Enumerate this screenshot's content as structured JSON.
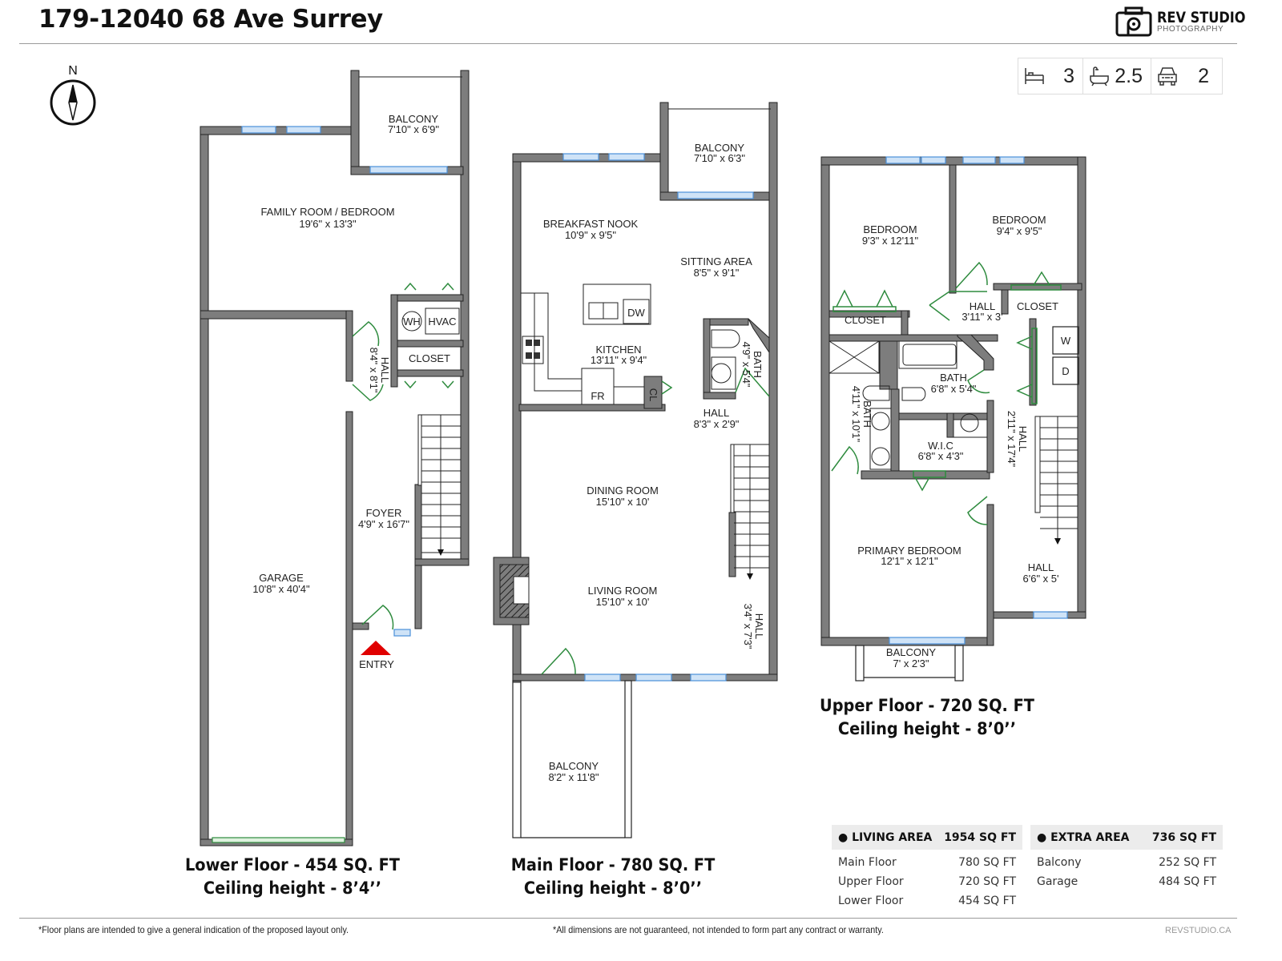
{
  "header": {
    "title": "179-12040 68 Ave Surrey",
    "logo_main": "REV STUDIO",
    "logo_sub": "PHOTOGRAPHY"
  },
  "stats": [
    {
      "icon": "bed-icon",
      "value": "3"
    },
    {
      "icon": "bathtub-icon",
      "value": "2.5"
    },
    {
      "icon": "car-icon",
      "value": "2"
    }
  ],
  "compass": {
    "label": "N"
  },
  "floors": {
    "lower": {
      "caption_line1": "Lower Floor - 454 SQ. FT",
      "caption_line2": "Ceiling height - 8’4’’",
      "rooms": {
        "balcony": {
          "name": "BALCONY",
          "dims": "7'10\" x 6'9\""
        },
        "family": {
          "name": "FAMILY ROOM / BEDROOM",
          "dims": "19'6\" x 13'3\""
        },
        "wh": "WH",
        "hvac": "HVAC",
        "closet": "CLOSET",
        "hall": {
          "name": "HALL",
          "dims": "8'4\" x 8'1\""
        },
        "foyer": {
          "name": "FOYER",
          "dims": "4'9\" x 16'7\""
        },
        "garage": {
          "name": "GARAGE",
          "dims": "10'8\" x 40'4\""
        },
        "entry": "ENTRY"
      }
    },
    "main": {
      "caption_line1": "Main Floor - 780 SQ. FT",
      "caption_line2": "Ceiling height - 8’0’’",
      "rooms": {
        "balcony_top": {
          "name": "BALCONY",
          "dims": "7'10\" x 6'3\""
        },
        "nook": {
          "name": "BREAKFAST NOOK",
          "dims": "10'9\" x 9'5\""
        },
        "sitting": {
          "name": "SITTING AREA",
          "dims": "8'5\" x 9'1\""
        },
        "dw": "DW",
        "kitchen": {
          "name": "KITCHEN",
          "dims": "13'11\" x 9'4\""
        },
        "fr": "FR",
        "cl": "CL",
        "bath": {
          "name": "BATH",
          "dims": "4'9\" x 5'4\""
        },
        "hall1": {
          "name": "HALL",
          "dims": "8'3\" x 2'9\""
        },
        "dining": {
          "name": "DINING ROOM",
          "dims": "15'10\" x 10'"
        },
        "living": {
          "name": "LIVING ROOM",
          "dims": "15'10\" x 10'"
        },
        "hall2": {
          "name": "HALL",
          "dims": "3'4\" x 7'3\""
        },
        "balcony_bottom": {
          "name": "BALCONY",
          "dims": "8'2\" x 11'8\""
        }
      }
    },
    "upper": {
      "caption_line1": "Upper Floor - 720 SQ. FT",
      "caption_line2": "Ceiling height - 8’0’’",
      "rooms": {
        "bed1": {
          "name": "BEDROOM",
          "dims": "9'3\" x 12'11\""
        },
        "bed2": {
          "name": "BEDROOM",
          "dims": "9'4\" x 9'5\""
        },
        "hall1": {
          "name": "HALL",
          "dims": "3'11\" x 3'"
        },
        "closet1": "CLOSET",
        "closet2": "CLOSET",
        "w": "W",
        "d": "D",
        "bath1": {
          "name": "BATH",
          "dims": "6'8\" x 5'4\""
        },
        "bath2": {
          "name": "BATH",
          "dims": "4'11\" x 10'1\""
        },
        "wic": {
          "name": "W.I.C",
          "dims": "6'8\" x 4'3\""
        },
        "hall2": {
          "name": "HALL",
          "dims": "2'11\" x 17'4\""
        },
        "primary": {
          "name": "PRIMARY BEDROOM",
          "dims": "12'1\" x 12'1\""
        },
        "hall3": {
          "name": "HALL",
          "dims": "6'6\" x 5'"
        },
        "balcony": {
          "name": "BALCONY",
          "dims": "7' x 2'3\""
        }
      }
    }
  },
  "living_area": {
    "title": "LIVING AREA",
    "total": "1954 SQ FT",
    "rows": [
      {
        "label": "Main Floor",
        "value": "780 SQ FT"
      },
      {
        "label": "Upper Floor",
        "value": "720 SQ FT"
      },
      {
        "label": "Lower Floor",
        "value": "454 SQ FT"
      }
    ]
  },
  "extra_area": {
    "title": "EXTRA AREA",
    "total": "736 SQ FT",
    "rows": [
      {
        "label": "Balcony",
        "value": "252 SQ FT"
      },
      {
        "label": "Garage",
        "value": "484 SQ FT"
      }
    ]
  },
  "footer": {
    "left": "*Floor plans are intended to give a general indication of the proposed layout only.",
    "center": "*All dimensions are not guaranteed, not intended to form part any contract or warranty.",
    "right": "REVSTUDIO.CA"
  },
  "colors": {
    "wall": "#7d7d7d",
    "window": "#4a90d9",
    "door": "#2e8b3e",
    "entry_arrow": "#e00000"
  }
}
